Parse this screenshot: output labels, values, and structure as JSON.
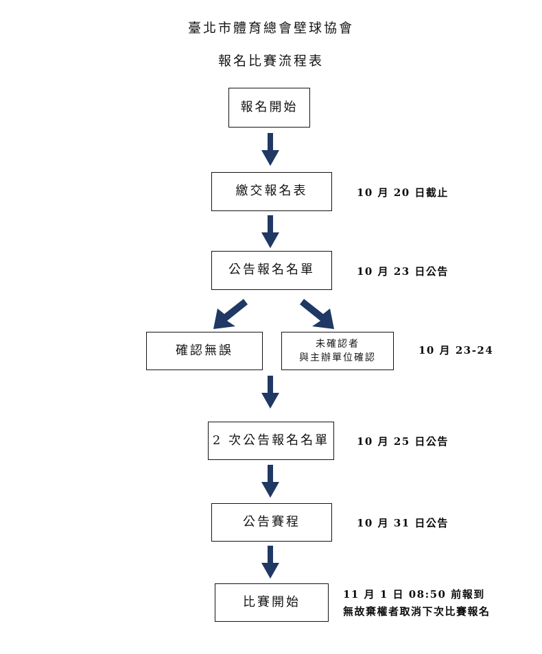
{
  "document": {
    "title": "臺北市體育總會壁球協會",
    "subtitle": "報名比賽流程表",
    "accent_color": "#1F3864",
    "box_border_color": "#111111",
    "text_color": "#141414",
    "background_color": "#ffffff"
  },
  "flow": {
    "nodes": [
      {
        "id": "start",
        "label": "報名開始",
        "note": ""
      },
      {
        "id": "submit-form",
        "label": "繳交報名表",
        "note": "10 月 20 日截止"
      },
      {
        "id": "publish-list",
        "label": "公告報名名單",
        "note": "10 月 23 日公告"
      },
      {
        "id": "confirmed",
        "label": "確認無誤",
        "note": ""
      },
      {
        "id": "unconfirmed",
        "label_line1": "未確認者",
        "label_line2": "與主辦單位確認",
        "note": "10 月 23-24"
      },
      {
        "id": "publish-list-2",
        "label": "2 次公告報名名單",
        "note": "10 月 25 日公告"
      },
      {
        "id": "publish-schedule",
        "label": "公告賽程",
        "note": "10 月 31 日公告"
      },
      {
        "id": "match-start",
        "label": "比賽開始",
        "note_line1": "11 月 1 日 08:50 前報到",
        "note_line2": "無故棄權者取消下次比賽報名"
      }
    ],
    "arrows": [
      {
        "id": "start-to-submit",
        "direction": "down"
      },
      {
        "id": "submit-to-publish",
        "direction": "down"
      },
      {
        "id": "publish-to-confirmed",
        "direction": "down-left"
      },
      {
        "id": "publish-to-unconfirmed",
        "direction": "down-right"
      },
      {
        "id": "unconfirmed-to-publish2",
        "direction": "down"
      },
      {
        "id": "publish2-to-schedule",
        "direction": "down"
      },
      {
        "id": "schedule-to-match",
        "direction": "down"
      }
    ]
  }
}
